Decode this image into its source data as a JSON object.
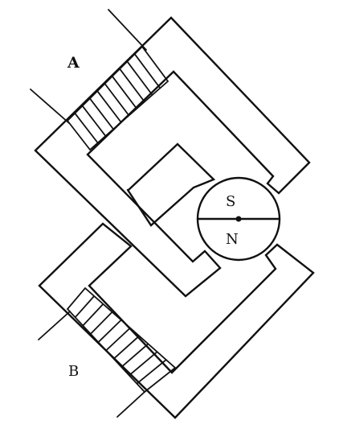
{
  "labels": {
    "coil_a": "A",
    "coil_b": "B",
    "pole_south": "S",
    "pole_north": "N"
  },
  "colors": {
    "ink": "#111111",
    "background": "#ffffff"
  }
}
